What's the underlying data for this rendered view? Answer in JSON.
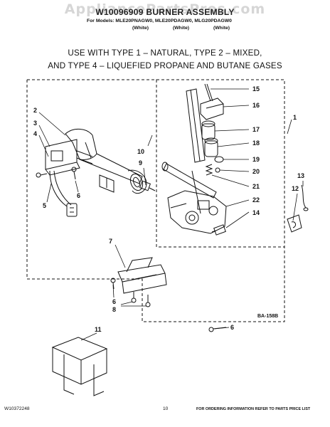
{
  "header": {
    "watermark": "AppliancePartsPros.com",
    "title": "W10096909 BURNER ASSEMBLY",
    "models_line": "For Models: MLE20PNAGW0, MLE20PDAGW0, MLG20PDAGW0",
    "model_colors": [
      "(White)",
      "(White)",
      "(White)"
    ]
  },
  "usage": {
    "line1": "USE WITH TYPE 1 – NATURAL, TYPE 2 – MIXED,",
    "line2": "AND TYPE 4 – LIQUEFIED PROPANE AND BUTANE GASES"
  },
  "diagram": {
    "part_labels": [
      "1",
      "2",
      "3",
      "4",
      "5",
      "6",
      "6",
      "6",
      "7",
      "8",
      "9",
      "10",
      "11",
      "12",
      "13",
      "14",
      "15",
      "16",
      "17",
      "18",
      "19",
      "20",
      "21",
      "22"
    ],
    "figure_code": "BA-158B"
  },
  "footer": {
    "doc_number": "W10372248",
    "page_number": "10",
    "note": "FOR ORDERING INFORMATION REFER TO PARTS PRICE LIST"
  }
}
